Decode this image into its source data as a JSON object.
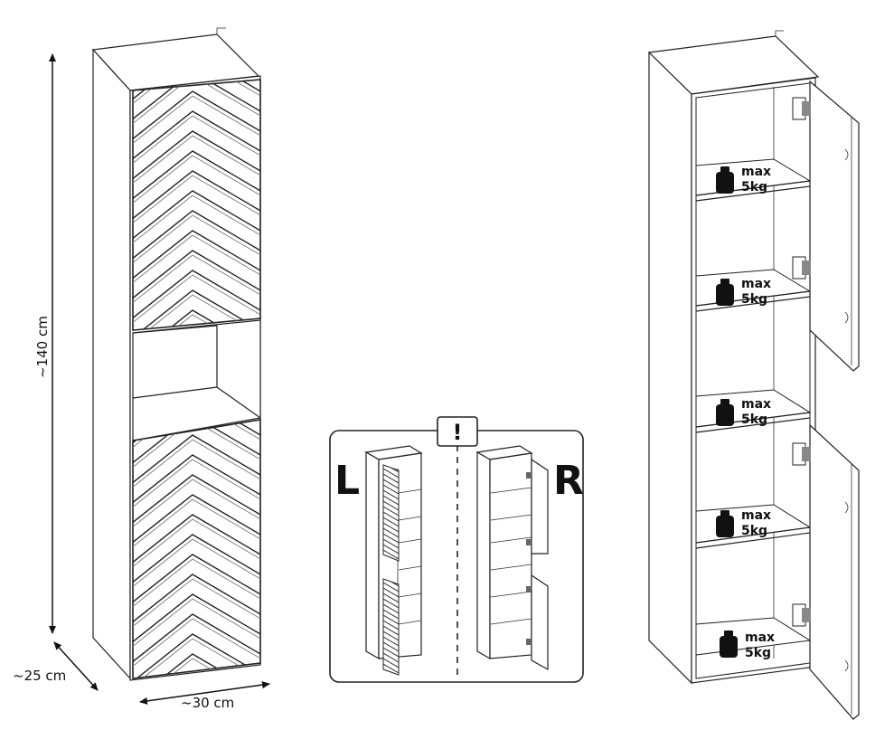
{
  "dimensions": {
    "height": "~140 cm",
    "depth": "~25 cm",
    "width": "~30 cm"
  },
  "orientation": {
    "left_label": "L",
    "right_label": "R",
    "warning_symbol": "!"
  },
  "shelf_loads": [
    {
      "line1": "max",
      "line2": "5kg"
    },
    {
      "line1": "max",
      "line2": "5kg"
    },
    {
      "line1": "max",
      "line2": "5kg"
    },
    {
      "line1": "max",
      "line2": "5kg"
    },
    {
      "line1": "max",
      "line2": "5kg"
    }
  ]
}
